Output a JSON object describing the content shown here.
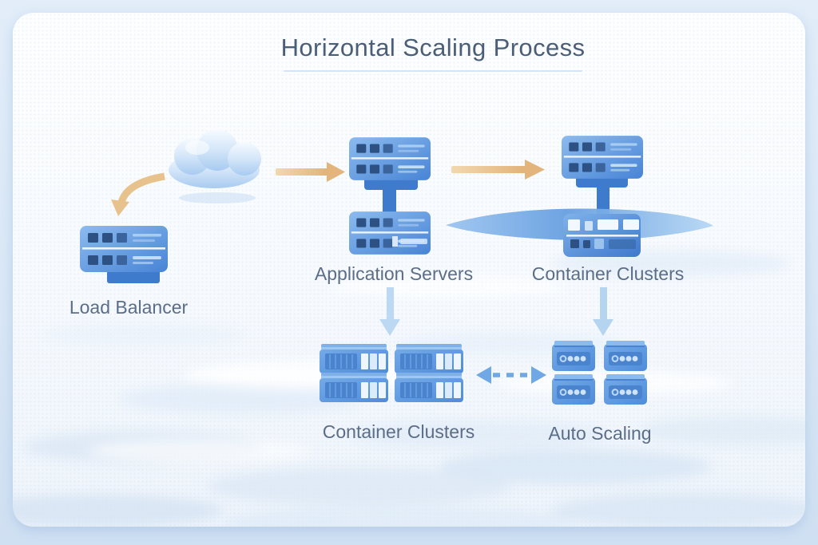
{
  "title": "Horizontal Scaling Process",
  "nodes": {
    "cloud": {
      "label": "",
      "icon": "cloud-icon"
    },
    "load_balancer": {
      "label": "Load Balancer",
      "icon": "load-balancer-server-icon"
    },
    "application_servers": {
      "label": "Application Servers",
      "icon": "stacked-servers-icon"
    },
    "container_clusters_top": {
      "label": "Container Clusters",
      "icon": "servers-with-disc-icon"
    },
    "container_clusters_bottom": {
      "label": "Container Clusters",
      "icon": "container-stack-icon"
    },
    "auto_scaling": {
      "label": "Auto Scaling",
      "icon": "container-grid-icon"
    }
  },
  "edges": [
    {
      "from": "cloud",
      "to": "load_balancer",
      "style": "solid-curved",
      "color": "#e5bc85",
      "direction": "one-way"
    },
    {
      "from": "cloud",
      "to": "application_servers",
      "style": "solid",
      "color": "#e5bc85",
      "direction": "one-way"
    },
    {
      "from": "application_servers",
      "to": "container_clusters_top",
      "style": "solid",
      "color": "#e5bc85",
      "direction": "one-way"
    },
    {
      "from": "application_servers",
      "to": "container_clusters_bottom",
      "style": "solid",
      "color": "#b9d6f2",
      "direction": "one-way"
    },
    {
      "from": "container_clusters_top",
      "to": "auto_scaling",
      "style": "solid",
      "color": "#b9d6f2",
      "direction": "one-way"
    },
    {
      "from": "container_clusters_bottom",
      "to": "auto_scaling",
      "style": "dashed",
      "color": "#6fa8e5",
      "direction": "two-way"
    }
  ],
  "colors": {
    "background": "#d9e7f6",
    "card": "#fbfdff",
    "title_text": "#4b5e77",
    "label_text": "#5b6d87",
    "server_blue_light": "#8cbbee",
    "server_blue_dark": "#4884d6",
    "orange_arrow": "#e5bc85",
    "light_blue_arrow": "#b9d6f2",
    "dashed_arrow": "#6fa8e5"
  }
}
